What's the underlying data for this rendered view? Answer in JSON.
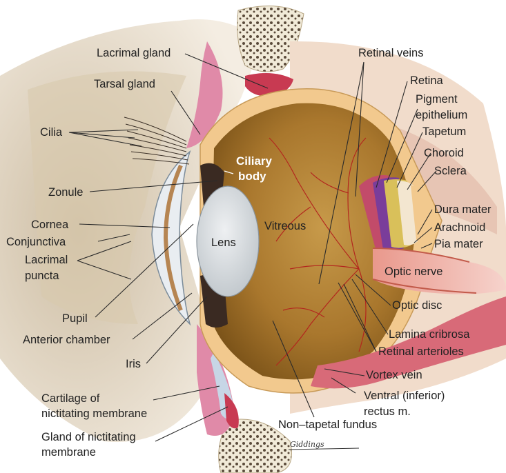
{
  "labels": {
    "lacrimal_gland": "Lacrimal gland",
    "tarsal_gland": "Tarsal gland",
    "cilia": "Cilia",
    "ciliary_body_1": "Ciliary",
    "ciliary_body_2": "body",
    "zonule": "Zonule",
    "cornea": "Cornea",
    "conjunctiva": "Conjunctiva",
    "lacrimal_puncta_1": "Lacrimal",
    "lacrimal_puncta_2": "puncta",
    "lens": "Lens",
    "vitreous": "Vitreous",
    "pupil": "Pupil",
    "anterior_chamber": "Anterior chamber",
    "iris": "Iris",
    "cartilage_1": "Cartilage of",
    "cartilage_2": "nictitating membrane",
    "gland_nict_1": "Gland of nictitating",
    "gland_nict_2": "membrane",
    "retinal_veins": "Retinal veins",
    "retina": "Retina",
    "pigment_1": "Pigment",
    "pigment_2": "epithelium",
    "tapetum": "Tapetum",
    "choroid": "Choroid",
    "sclera": "Sclera",
    "dura_mater": "Dura mater",
    "arachnoid": "Arachnoid",
    "pia_mater": "Pia mater",
    "optic_nerve": "Optic nerve",
    "optic_disc": "Optic disc",
    "lamina_cribrosa": "Lamina cribrosa",
    "retinal_arterioles": "Retinal arterioles",
    "vortex_vein": "Vortex vein",
    "ventral_1": "Ventral (inferior)",
    "ventral_2": "rectus m.",
    "non_tapetal": "Non–tapetal fundus"
  },
  "signature": "Giddings",
  "colors": {
    "sclera_band": "#f2c98e",
    "vitreous": "#a9772d",
    "lens": "#dfe3e6",
    "eyelid_pink": "#e08aa8",
    "bone": "#f1ead8",
    "optic_nerve": "#f0b9b0",
    "label_text": "#222222"
  }
}
